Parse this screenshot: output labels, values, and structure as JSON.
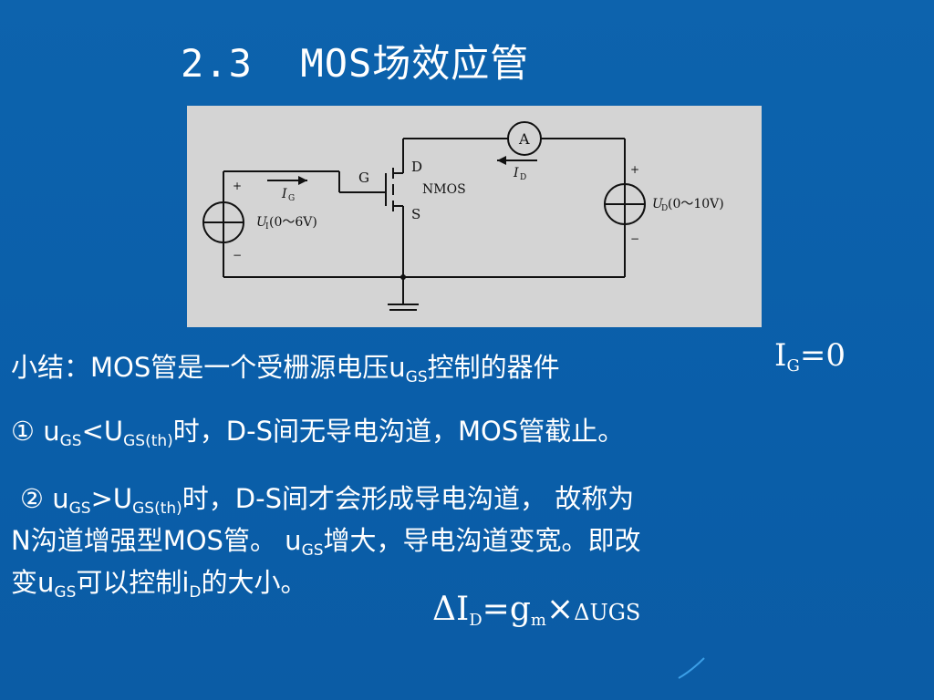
{
  "slide": {
    "background": "#0b5fa8",
    "title": "2.3  MOS场效应管"
  },
  "figure": {
    "background": "#d4d4d4",
    "labels": {
      "ammeter": "A",
      "drain": "D",
      "gate": "G",
      "source": "S",
      "device": "NMOS",
      "ig_main": "I",
      "ig_sub": "G",
      "id_main": "I",
      "id_sub": "D",
      "u1_main": "U",
      "u1_sub": "I",
      "u1_range": "(0～6V)",
      "ud_main": "U",
      "ud_sub": "D",
      "ud_range": "(0～10V)",
      "plus": "+",
      "minus": "−"
    }
  },
  "summary": {
    "line1_prefix": "小结：MOS管是一个受栅源电压u",
    "line1_sub": "GS",
    "line1_suffix": "控制的器件",
    "ig_main": "I",
    "ig_sub": "G",
    "ig_value": "=0",
    "line2": {
      "marker": "①",
      "u": "u",
      "u_sub": "GS",
      "op": "<",
      "U": "U",
      "U_sub": "GS(th)",
      "rest": "时，D-S间无导电沟道，MOS管截止。"
    },
    "line3": {
      "marker": "②",
      "u": "u",
      "u_sub": "GS",
      "op": ">",
      "U": "U",
      "U_sub": "GS(th)",
      "rest": "时，D-S间才会形成导电沟道，  故称为"
    },
    "line4": {
      "pre": "N沟道增强型MOS管。 u",
      "sub": "GS",
      "post": "增大，导电沟道变宽。即改"
    },
    "line5": {
      "pre": "变u",
      "sub1": "GS",
      "mid": "可以控制i",
      "sub2": "D",
      "post": "的大小。"
    }
  },
  "formula": {
    "delta1": "ΔI",
    "sub1": "D",
    "eq": "=g",
    "sub2": "m",
    "times": "×",
    "delta2": "ΔU",
    "tail": "GS"
  }
}
